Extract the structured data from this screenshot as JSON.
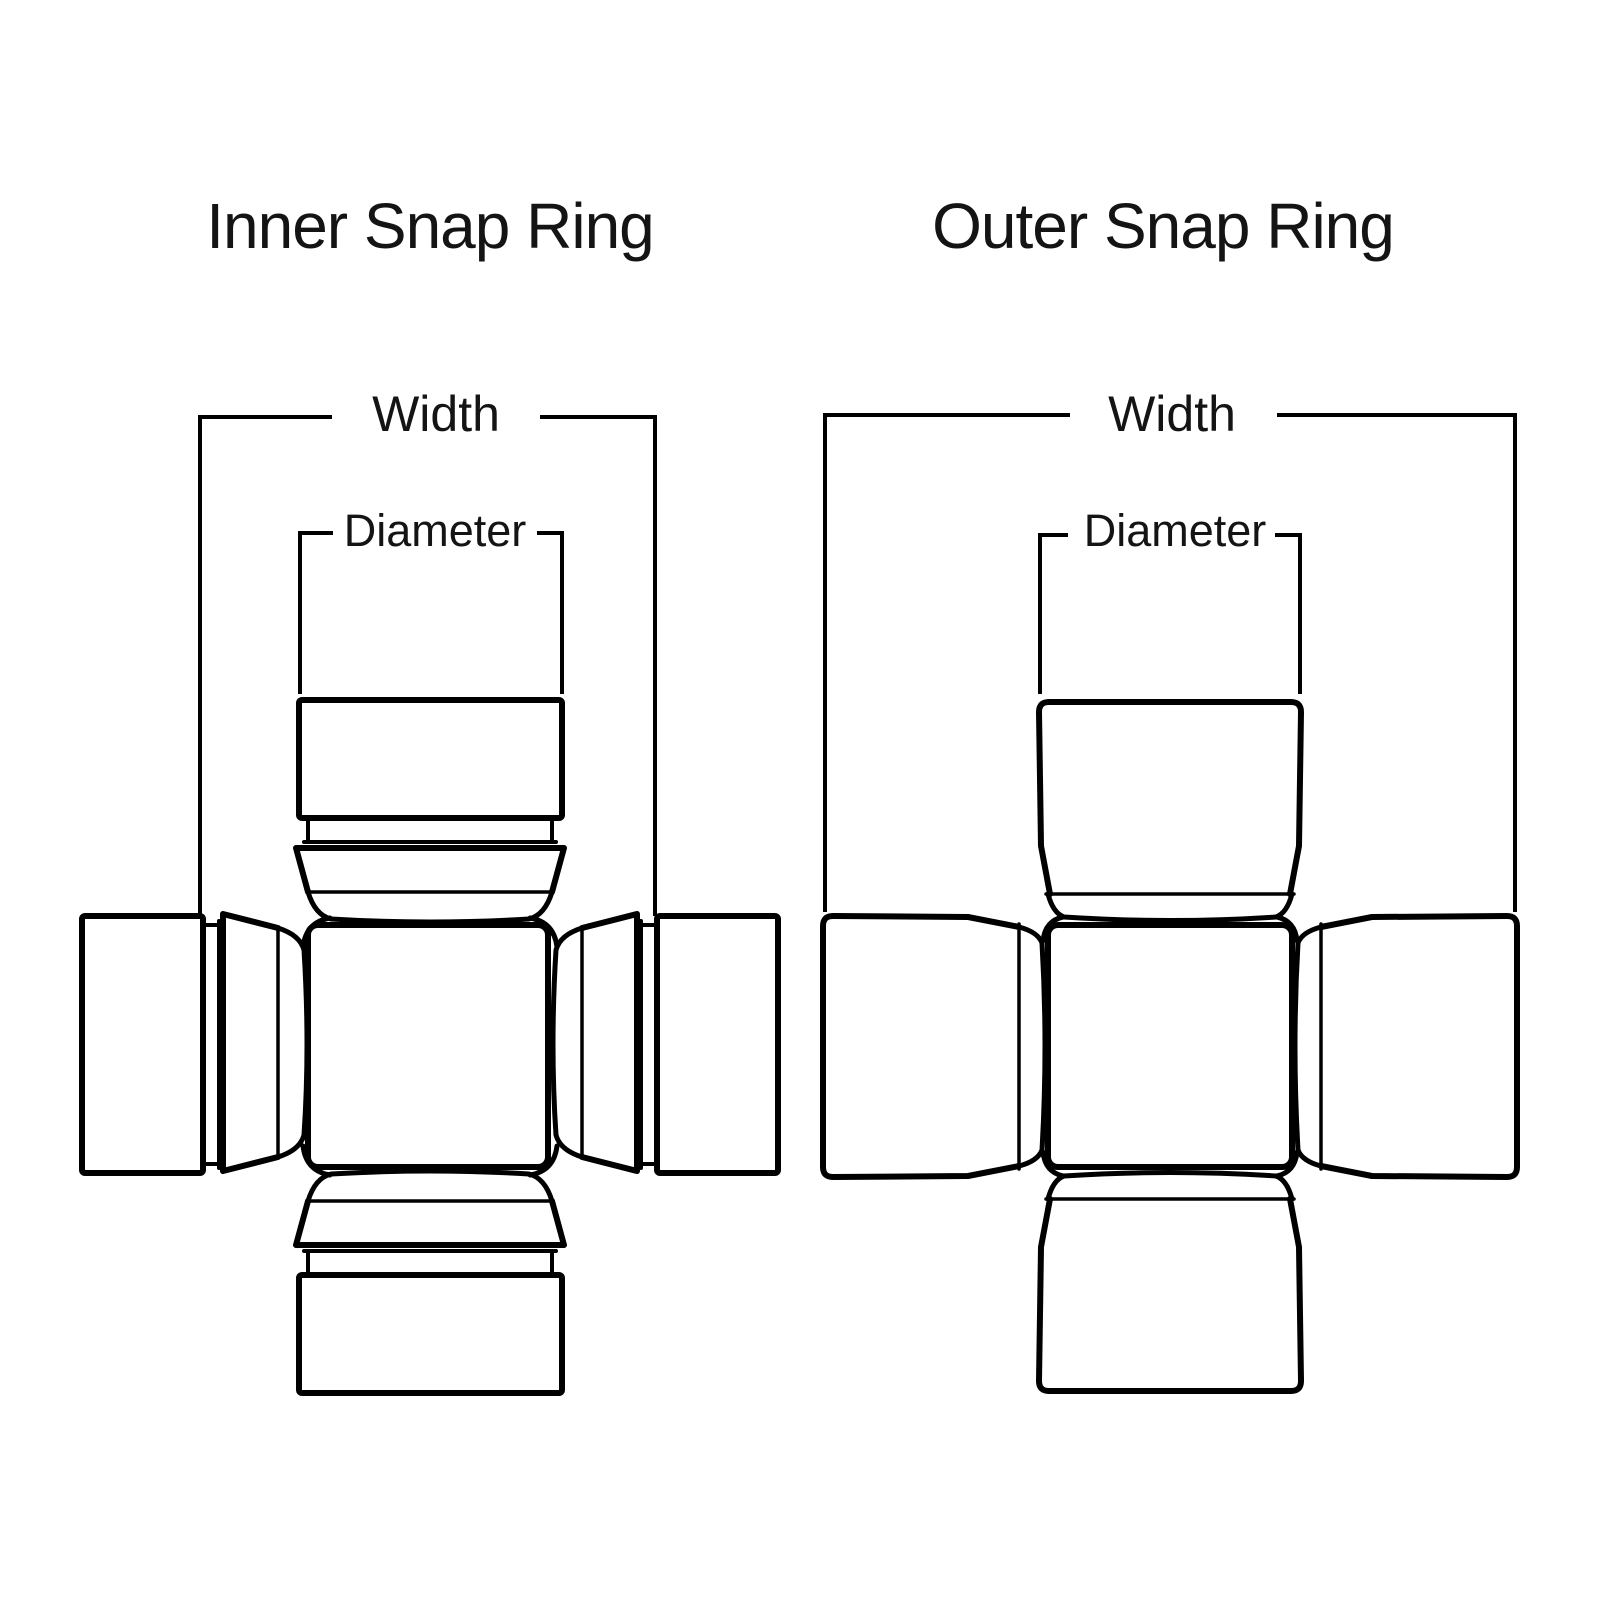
{
  "diagram": {
    "background": "#ffffff",
    "line_color": "#000000",
    "text_color": "#141414",
    "figures": {
      "inner": {
        "title": "Inner Snap Ring",
        "width_label": "Width",
        "diameter_label": "Diameter"
      },
      "outer": {
        "title": "Outer Snap Ring",
        "width_label": "Width",
        "diameter_label": "Diameter"
      }
    }
  }
}
